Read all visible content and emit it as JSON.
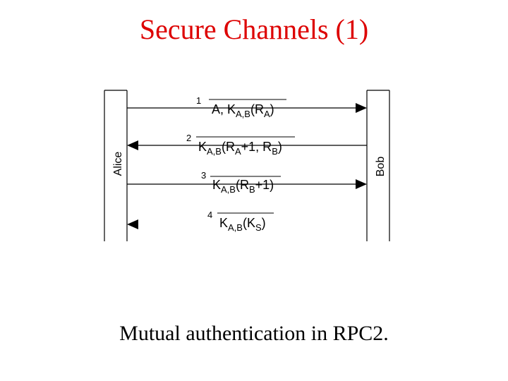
{
  "title": "Secure Channels (1)",
  "caption": "Mutual authentication in RPC2.",
  "diagram": {
    "left_party": "Alice",
    "right_party": "Bob",
    "messages": [
      {
        "number": "1",
        "direction": "to-right",
        "parts": [
          {
            "t": "A, K",
            "s": "base"
          },
          {
            "t": "A,B",
            "s": "sub"
          },
          {
            "t": "(R",
            "s": "base"
          },
          {
            "t": "A",
            "s": "sub"
          },
          {
            "t": ")",
            "s": "base"
          }
        ]
      },
      {
        "number": "2",
        "direction": "to-left",
        "parts": [
          {
            "t": "K",
            "s": "base"
          },
          {
            "t": "A,B",
            "s": "sub"
          },
          {
            "t": "(R",
            "s": "base"
          },
          {
            "t": "A",
            "s": "sub"
          },
          {
            "t": "+1, R",
            "s": "base"
          },
          {
            "t": "B",
            "s": "sub"
          },
          {
            "t": ")",
            "s": "base"
          }
        ]
      },
      {
        "number": "3",
        "direction": "to-right",
        "parts": [
          {
            "t": "K",
            "s": "base"
          },
          {
            "t": "A,B",
            "s": "sub"
          },
          {
            "t": "(R",
            "s": "base"
          },
          {
            "t": "B",
            "s": "sub"
          },
          {
            "t": "+1)",
            "s": "base"
          }
        ]
      },
      {
        "number": "4",
        "direction": "to-left",
        "parts": [
          {
            "t": "K",
            "s": "base"
          },
          {
            "t": "A,B",
            "s": "sub"
          },
          {
            "t": "(K",
            "s": "base"
          },
          {
            "t": "S",
            "s": "sub"
          },
          {
            "t": ")",
            "s": "base"
          }
        ]
      }
    ]
  }
}
